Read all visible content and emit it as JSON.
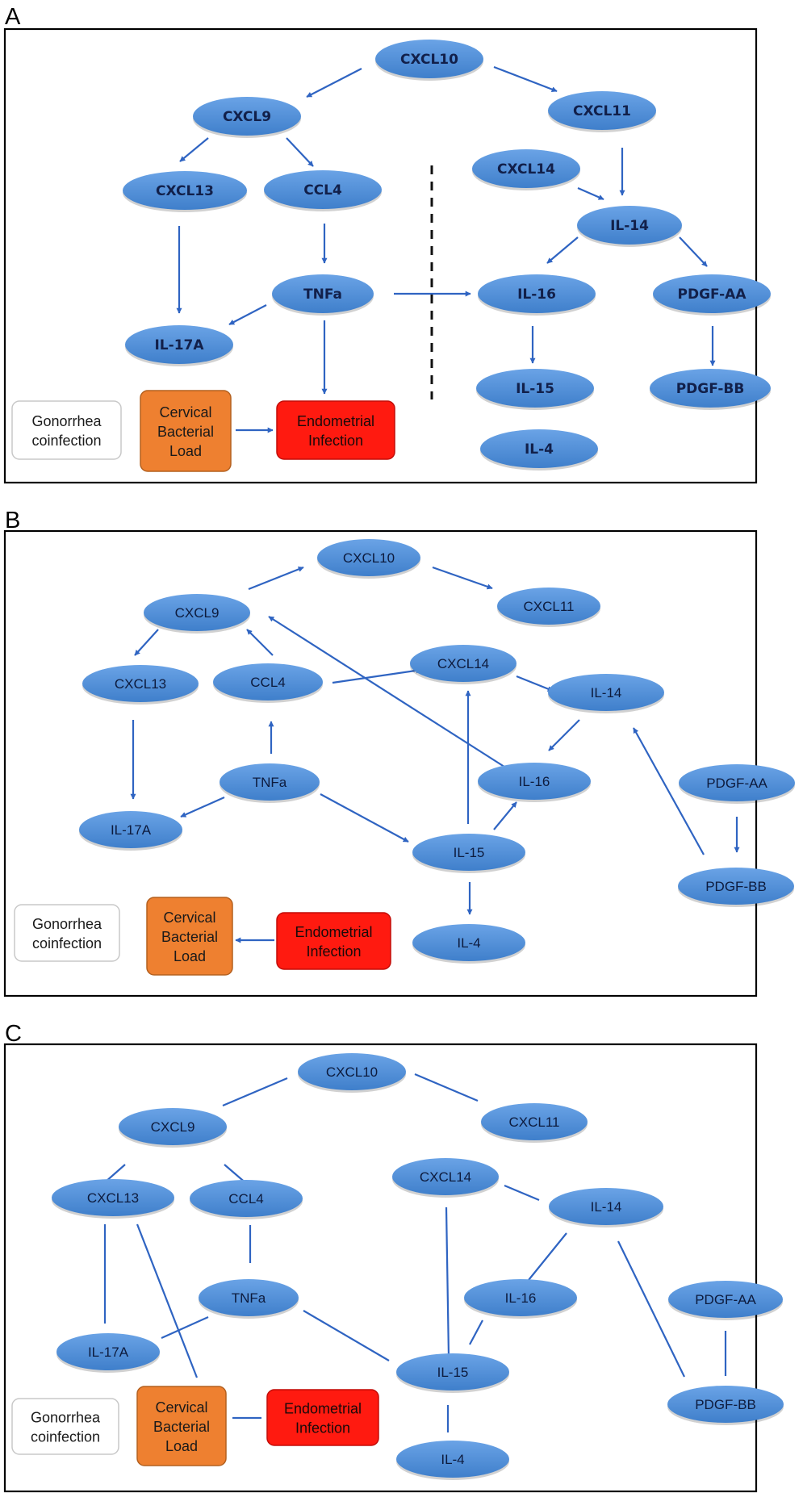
{
  "colors": {
    "node": "#4a8ad4",
    "edge": "#2f64c2",
    "frame": "#000000",
    "cervical": "#ee8030",
    "endometrial": "#ff1a10",
    "gonorrhea": "#ffffff"
  },
  "panels": [
    {
      "letter": "A",
      "nodes": {
        "CXCL10": "CXCL10",
        "CXCL9": "CXCL9",
        "CXCL11": "CXCL11",
        "CXCL13": "CXCL13",
        "CCL4": "CCL4",
        "CXCL14": "CXCL14",
        "IL14": "IL-14",
        "TNFa": "TNFa",
        "IL16": "IL-16",
        "PDGFAA": "PDGF-AA",
        "IL17A": "IL-17A",
        "IL15": "IL-15",
        "PDGFBB": "PDGF-BB",
        "IL4": "IL-4"
      },
      "boxes": {
        "gonorrhea": "Gonorrhea coinfection",
        "cervical": "Cervical Bacterial Load",
        "endometrial": "Endometrial Infection"
      }
    },
    {
      "letter": "B",
      "nodes": {
        "CXCL10": "CXCL10",
        "CXCL9": "CXCL9",
        "CXCL11": "CXCL11",
        "CXCL13": "CXCL13",
        "CCL4": "CCL4",
        "CXCL14": "CXCL14",
        "IL14": "IL-14",
        "TNFa": "TNFa",
        "IL16": "IL-16",
        "PDGFAA": "PDGF-AA",
        "IL17A": "IL-17A",
        "IL15": "IL-15",
        "PDGFBB": "PDGF-BB",
        "IL4": "IL-4"
      },
      "boxes": {
        "gonorrhea": "Gonorrhea coinfection",
        "cervical": "Cervical Bacterial Load",
        "endometrial": "Endometrial Infection"
      }
    },
    {
      "letter": "C",
      "nodes": {
        "CXCL10": "CXCL10",
        "CXCL9": "CXCL9",
        "CXCL11": "CXCL11",
        "CXCL13": "CXCL13",
        "CCL4": "CCL4",
        "CXCL14": "CXCL14",
        "IL14": "IL-14",
        "TNFa": "TNFa",
        "IL16": "IL-16",
        "PDGFAA": "PDGF-AA",
        "IL17A": "IL-17A",
        "IL15": "IL-15",
        "PDGFBB": "PDGF-BB",
        "IL4": "IL-4"
      },
      "boxes": {
        "gonorrhea": "Gonorrhea coinfection",
        "cervical": "Cervical Bacterial Load",
        "endometrial": "Endometrial Infection"
      }
    }
  ]
}
